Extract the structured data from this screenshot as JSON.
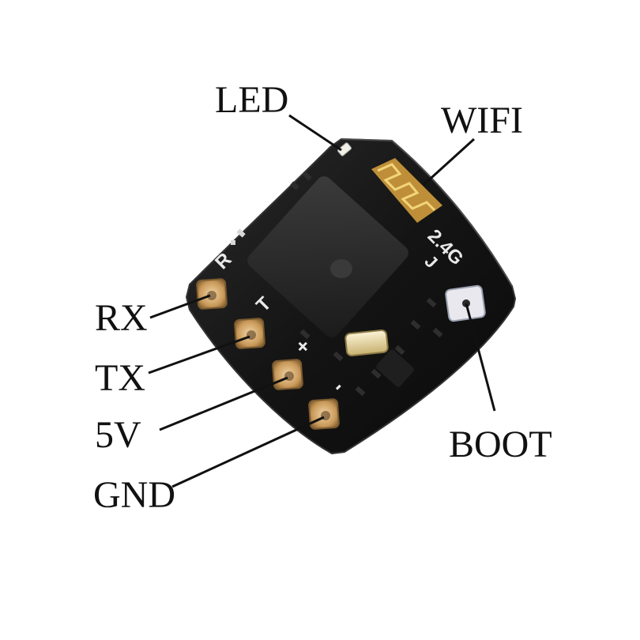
{
  "labels": {
    "led": "LED",
    "wifi": "WIFI",
    "rx": "RX",
    "tx": "TX",
    "v5": "5V",
    "gnd": "GND",
    "boot": "BOOT"
  },
  "silkscreen": {
    "band": "2.4G",
    "pad_r": "R",
    "pad_t": "T",
    "pad_plus": "+",
    "pad_minus": "-"
  },
  "colors": {
    "board": "#151515",
    "pad_gold": "#c99a5a",
    "antenna_gold": "#d8a93a",
    "chip": "#2a2a2a",
    "text": "#111111"
  }
}
